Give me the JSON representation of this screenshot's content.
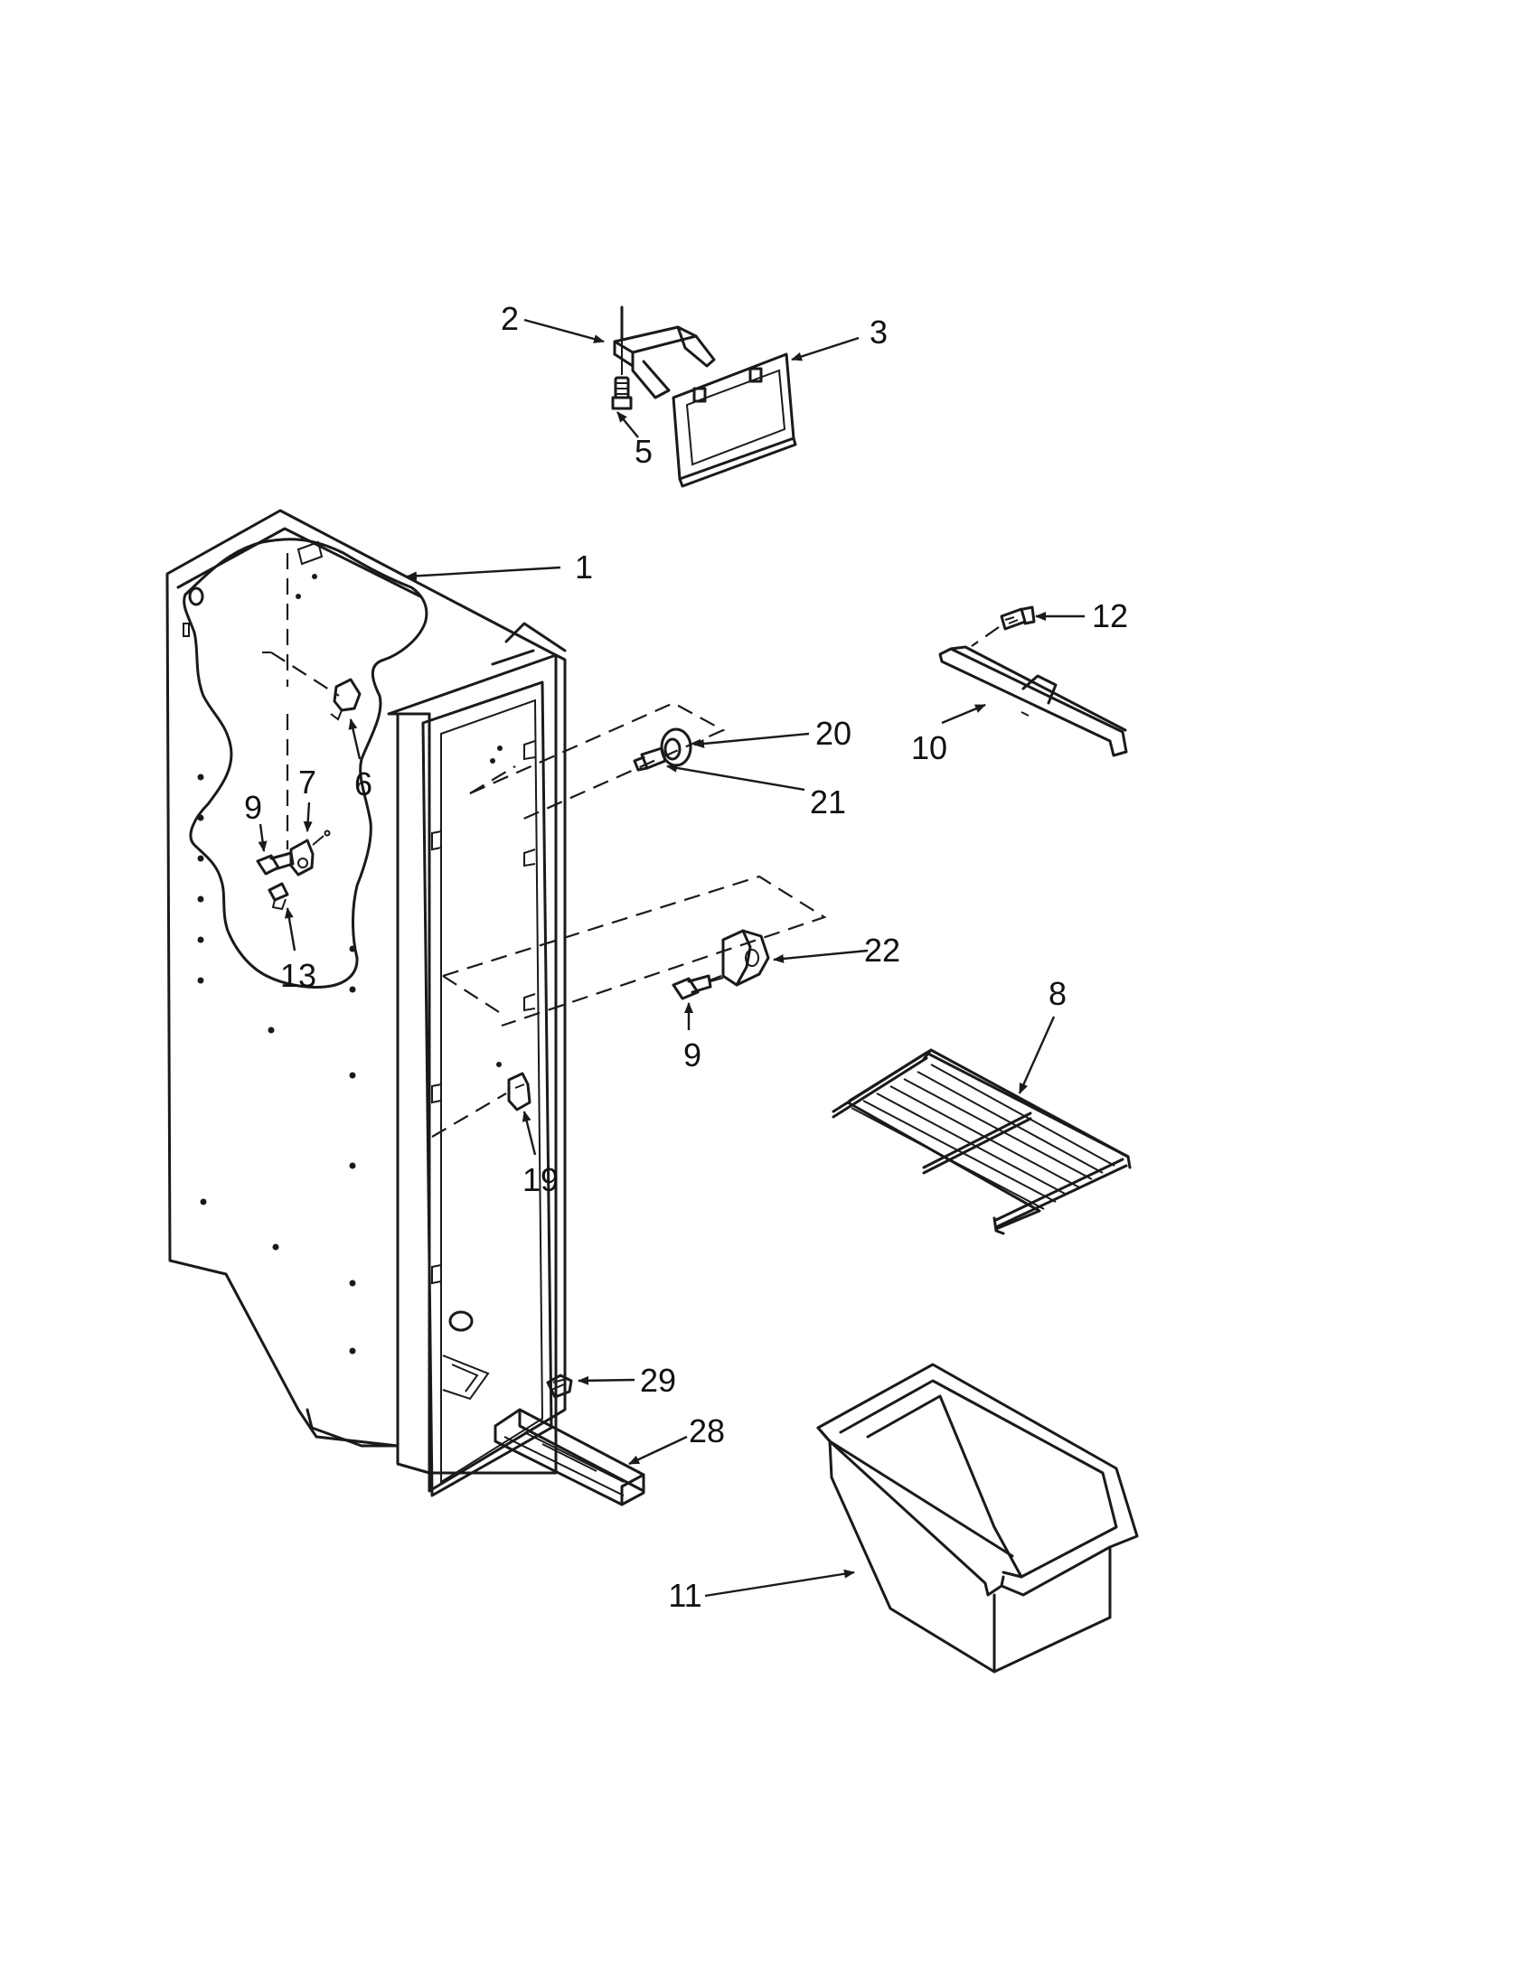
{
  "callouts": [
    {
      "id": "c2",
      "label": "2"
    },
    {
      "id": "c3",
      "label": "3"
    },
    {
      "id": "c5",
      "label": "5"
    },
    {
      "id": "c1",
      "label": "1"
    },
    {
      "id": "c12",
      "label": "12"
    },
    {
      "id": "c20",
      "label": "20"
    },
    {
      "id": "c21",
      "label": "21"
    },
    {
      "id": "c10",
      "label": "10"
    },
    {
      "id": "c6",
      "label": "6"
    },
    {
      "id": "c7",
      "label": "7"
    },
    {
      "id": "c9a",
      "label": "9"
    },
    {
      "id": "c13",
      "label": "13"
    },
    {
      "id": "c22",
      "label": "22"
    },
    {
      "id": "c9b",
      "label": "9"
    },
    {
      "id": "c8",
      "label": "8"
    },
    {
      "id": "c19",
      "label": "19"
    },
    {
      "id": "c29",
      "label": "29"
    },
    {
      "id": "c28",
      "label": "28"
    },
    {
      "id": "c11",
      "label": "11"
    }
  ]
}
